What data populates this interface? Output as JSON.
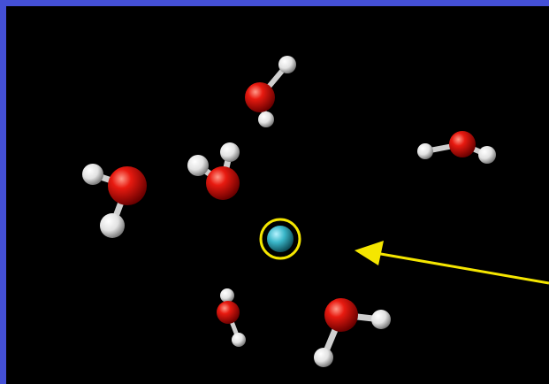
{
  "colors": {
    "border": "#4450d6",
    "background": "#000000",
    "oxygen": "#e01010",
    "hydrogen": "#f2f2f2",
    "ion": "#3ab7c9",
    "highlight": "#f5e600"
  },
  "molecules": [
    {
      "name": "water-molecule",
      "atoms": [
        "oxygen",
        "hydrogen",
        "hydrogen"
      ]
    },
    {
      "name": "water-molecule",
      "atoms": [
        "oxygen",
        "hydrogen",
        "hydrogen"
      ]
    },
    {
      "name": "water-molecule",
      "atoms": [
        "oxygen",
        "hydrogen",
        "hydrogen"
      ]
    },
    {
      "name": "water-molecule",
      "atoms": [
        "oxygen",
        "hydrogen",
        "hydrogen"
      ]
    },
    {
      "name": "water-molecule",
      "atoms": [
        "oxygen",
        "hydrogen",
        "hydrogen"
      ]
    },
    {
      "name": "water-molecule",
      "atoms": [
        "oxygen",
        "hydrogen",
        "hydrogen"
      ]
    }
  ],
  "ion": {
    "name": "central-ion",
    "highlighted": true
  },
  "annotation": {
    "type": "arrow",
    "points_to": "central-ion"
  }
}
